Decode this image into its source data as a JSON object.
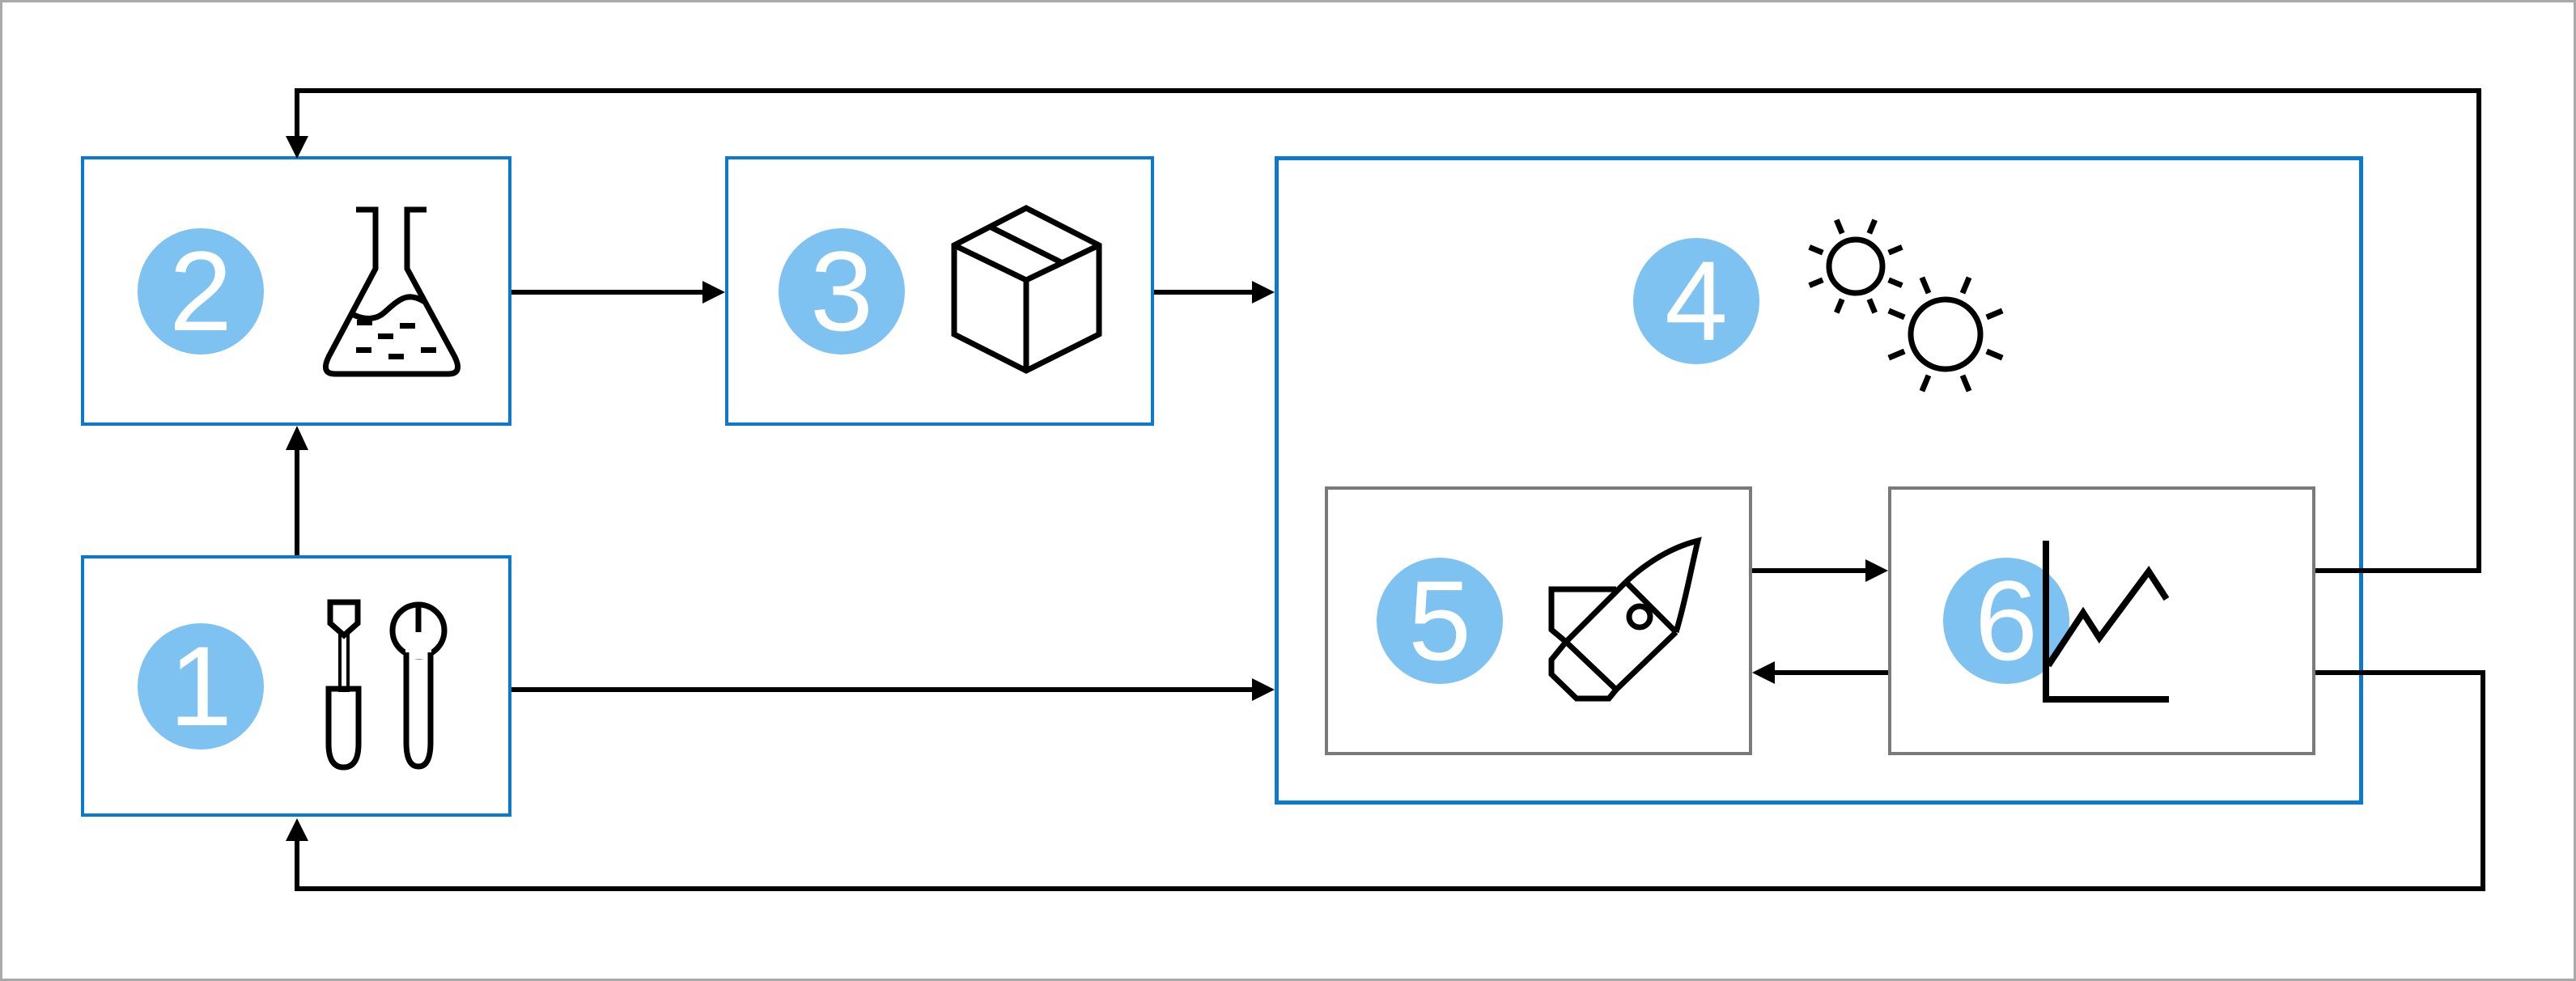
{
  "diagram": {
    "type": "numbered-process-flow",
    "background": "#ffffff",
    "frame_color": "#a9a9a9",
    "colors": {
      "accent_blue": "#0b79d0",
      "step_circle_blue": "#7ec2f2",
      "step_number_text": "#ffffff",
      "inner_box_gray": "#7a7a7a",
      "line_black": "#000000"
    },
    "steps": [
      {
        "number": "1",
        "icon": "tools-icon"
      },
      {
        "number": "2",
        "icon": "flask-icon"
      },
      {
        "number": "3",
        "icon": "package-icon"
      },
      {
        "number": "4",
        "icon": "suns-icon"
      },
      {
        "number": "5",
        "icon": "rocket-icon"
      },
      {
        "number": "6",
        "icon": "line-chart-icon"
      }
    ],
    "connections": [
      {
        "from": "1",
        "to": "2",
        "type": "arrow"
      },
      {
        "from": "2",
        "to": "3",
        "type": "arrow"
      },
      {
        "from": "3",
        "to": "4",
        "type": "arrow"
      },
      {
        "from": "1",
        "to": "4",
        "type": "arrow"
      },
      {
        "from": "5",
        "to": "6",
        "type": "arrow"
      },
      {
        "from": "6",
        "to": "5",
        "type": "arrow"
      },
      {
        "from": "6",
        "to": "2",
        "type": "feedback-loop-top"
      },
      {
        "from": "6",
        "to": "1",
        "type": "feedback-loop-bottom"
      }
    ]
  }
}
